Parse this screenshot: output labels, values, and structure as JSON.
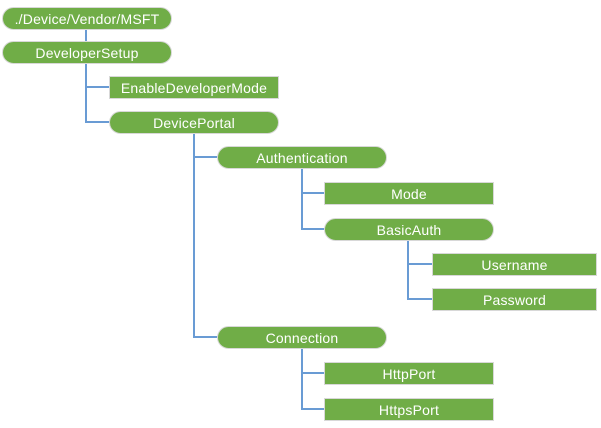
{
  "diagram": {
    "type": "tree-hierarchy",
    "colors": {
      "node_fill": "#70AD47",
      "node_border": "#D8D8D8",
      "node_text": "#FFFFFF",
      "connector": "#699BD4",
      "background": "#FFFFFF"
    },
    "nodes": [
      {
        "id": "root",
        "label": "./Device/Vendor/MSFT",
        "parent": null,
        "shape": "pill"
      },
      {
        "id": "developersetup",
        "label": "DeveloperSetup",
        "parent": "root",
        "shape": "pill"
      },
      {
        "id": "enabledevelopermode",
        "label": "EnableDeveloperMode",
        "parent": "developersetup",
        "shape": "rect"
      },
      {
        "id": "deviceportal",
        "label": "DevicePortal",
        "parent": "developersetup",
        "shape": "pill"
      },
      {
        "id": "authentication",
        "label": "Authentication",
        "parent": "deviceportal",
        "shape": "pill"
      },
      {
        "id": "mode",
        "label": "Mode",
        "parent": "authentication",
        "shape": "rect"
      },
      {
        "id": "basicauth",
        "label": "BasicAuth",
        "parent": "authentication",
        "shape": "pill"
      },
      {
        "id": "username",
        "label": "Username",
        "parent": "basicauth",
        "shape": "rect"
      },
      {
        "id": "password",
        "label": "Password",
        "parent": "basicauth",
        "shape": "rect"
      },
      {
        "id": "connection",
        "label": "Connection",
        "parent": "deviceportal",
        "shape": "pill"
      },
      {
        "id": "httpport",
        "label": "HttpPort",
        "parent": "connection",
        "shape": "rect"
      },
      {
        "id": "httpsport",
        "label": "HttpsPort",
        "parent": "connection",
        "shape": "rect"
      }
    ]
  }
}
